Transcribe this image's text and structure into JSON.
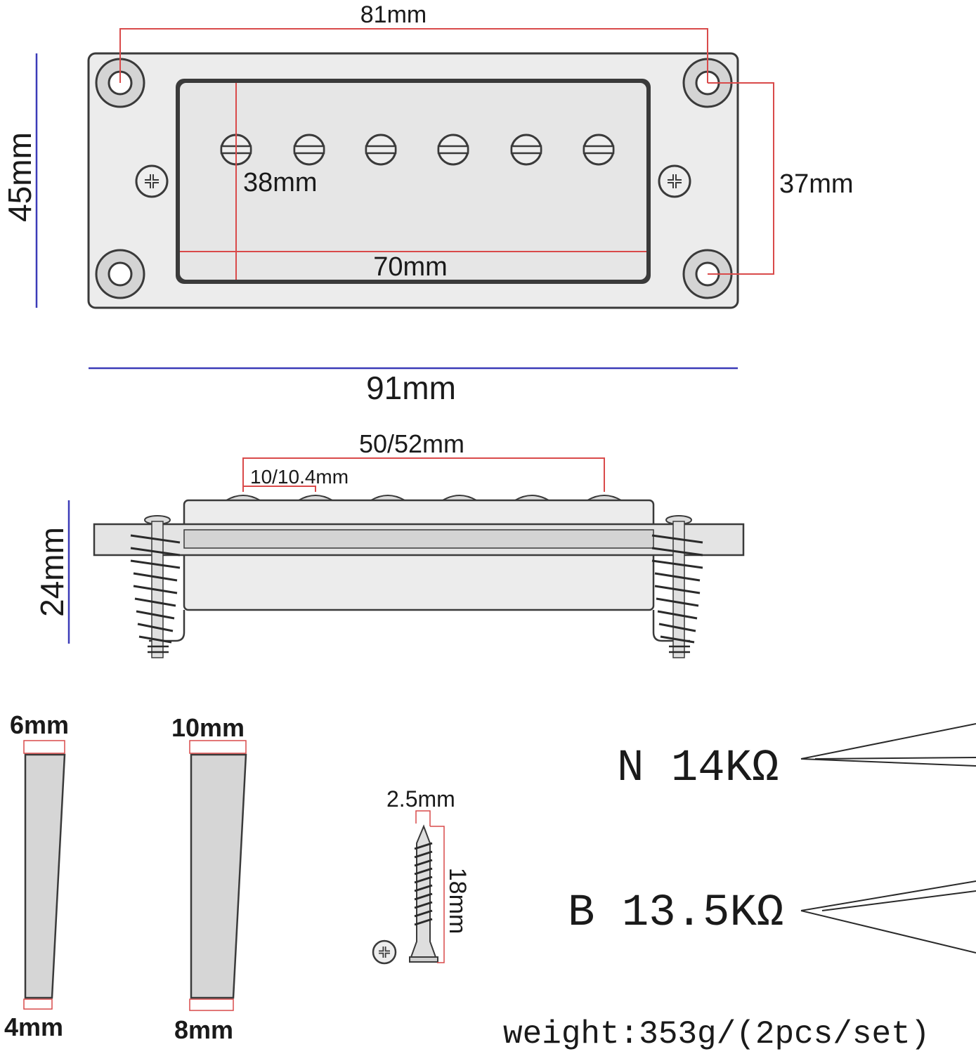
{
  "colors": {
    "dimension_red": "#d94a4a",
    "dimension_blue": "#3b3bb8",
    "outline": "#3a3a3a",
    "fill_light": "#ececec",
    "fill_mid": "#d9d9d9",
    "fill_dark": "#cfcfcf"
  },
  "top_view": {
    "mount_hole_spacing": "81mm",
    "frame_height": "45mm",
    "window_height": "38mm",
    "window_width": "70mm",
    "vertical_hole_spacing": "37mm",
    "frame_width": "91mm"
  },
  "side_view": {
    "pole_span": "50/52mm",
    "pole_spacing": "10/10.4mm",
    "height": "24mm"
  },
  "spacers": {
    "small_top": "6mm",
    "small_bottom": "4mm",
    "large_top": "10mm",
    "large_bottom": "8mm"
  },
  "screw": {
    "diameter": "2.5mm",
    "length": "18mm"
  },
  "specs": {
    "neck_label": "N 14KΩ",
    "bridge_label": "B 13.5KΩ",
    "weight": "weight:353g/(2pcs/set)"
  },
  "icons": [
    "phillips-screw-icon",
    "mounting-hole-icon",
    "pole-piece-icon",
    "spring-icon"
  ]
}
